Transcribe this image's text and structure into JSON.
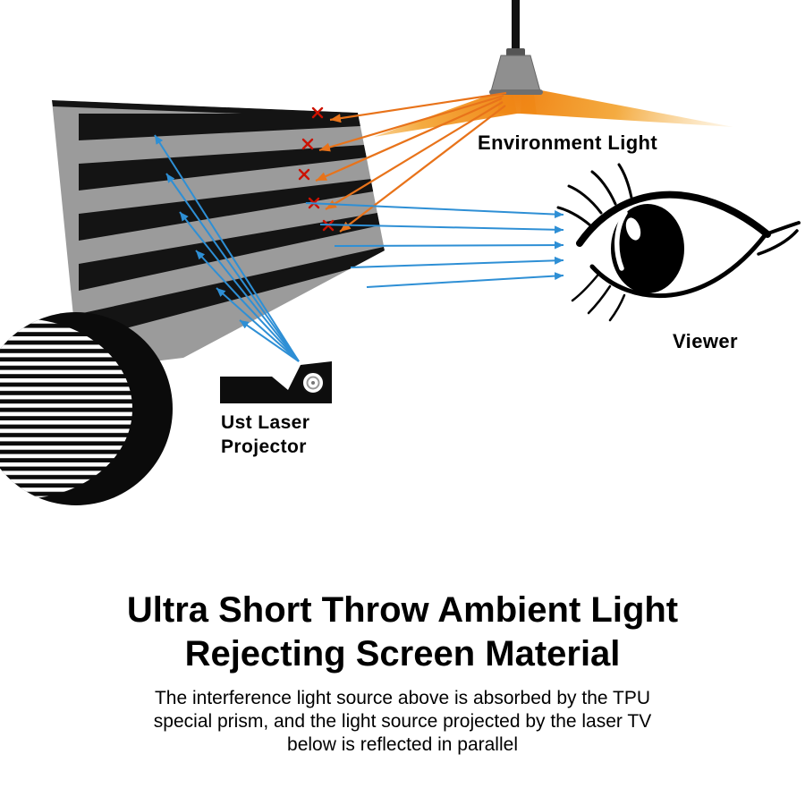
{
  "diagram": {
    "labels": {
      "environment_light": "Environment Light",
      "viewer": "Viewer",
      "projector": "Ust Laser\nProjector"
    },
    "colors": {
      "ambient_arrow": "#E8731A",
      "beam_arrow": "#2E8FD5",
      "absorb_mark": "#CC1100",
      "screen_gray": "#9B9B9B",
      "screen_black": "#141414",
      "glow_orange": "#F08314"
    }
  },
  "caption": {
    "title": "Ultra Short Throw Ambient Light\nRejecting Screen Material",
    "subtitle": "The interference light source above is absorbed by the TPU\nspecial prism, and the light source projected by the laser TV\nbelow is reflected in parallel"
  }
}
